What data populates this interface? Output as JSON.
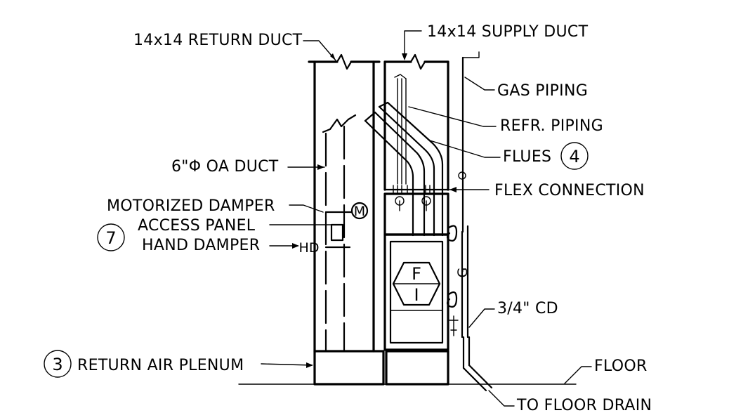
{
  "labels": {
    "return_duct": "14x14 RETURN DUCT",
    "supply_duct": "14x14 SUPPLY DUCT",
    "gas_piping": "GAS PIPING",
    "refr_piping": "REFR. PIPING",
    "flues": "FLUES",
    "oa_duct": "6\"Φ OA DUCT",
    "flex_connection": "FLEX CONNECTION",
    "motorized_damper": "MOTORIZED DAMPER",
    "access_panel": "ACCESS PANEL",
    "hand_damper": "HAND DAMPER",
    "condensate_drain": "3/4\" CD",
    "return_air_plenum": "RETURN AIR PLENUM",
    "floor": "FLOOR",
    "to_floor_drain": "TO FLOOR DRAIN"
  },
  "symbols": {
    "motorized_damper_tag": "M",
    "hand_damper_tag": "HD",
    "furnace_tag_top": "F",
    "furnace_tag_bottom": "I",
    "gas_line_tag": "G"
  },
  "keynotes": {
    "flues": "4",
    "access_panel": "7",
    "return_air_plenum": "3"
  }
}
